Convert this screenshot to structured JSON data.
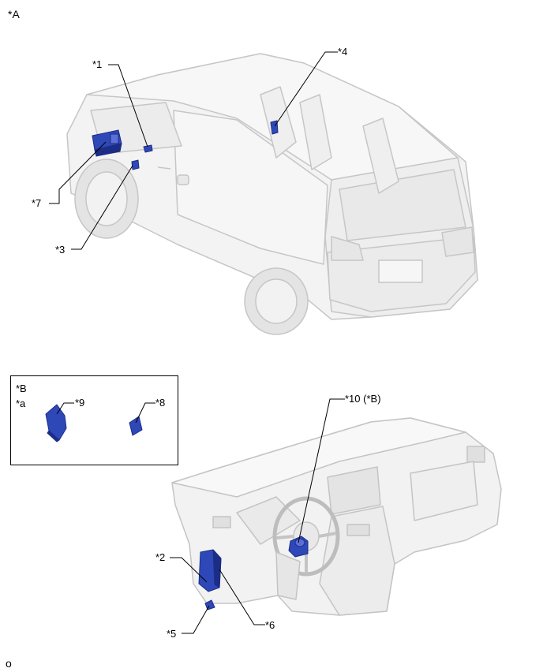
{
  "view_labels": {
    "a": "*A",
    "b": "*B",
    "a_lower": "*a"
  },
  "callouts": {
    "c1": "*1",
    "c2": "*2",
    "c3": "*3",
    "c4": "*4",
    "c5": "*5",
    "c6": "*6",
    "c7": "*7",
    "c8": "*8",
    "c9": "*9",
    "c10": "*10 (*B)"
  },
  "footer_code": "o",
  "colors": {
    "component_blue": "#2f48b8",
    "component_blue_dark": "#1c2d86",
    "ghost_fill": "#f1f1f1",
    "ghost_line": "#c4c4c4",
    "leader": "#000000"
  },
  "icons": {
    "vehicle": "van-phantom-illustration",
    "dashboard": "instrument-panel-illustration",
    "component": "ecu-module-icon"
  }
}
